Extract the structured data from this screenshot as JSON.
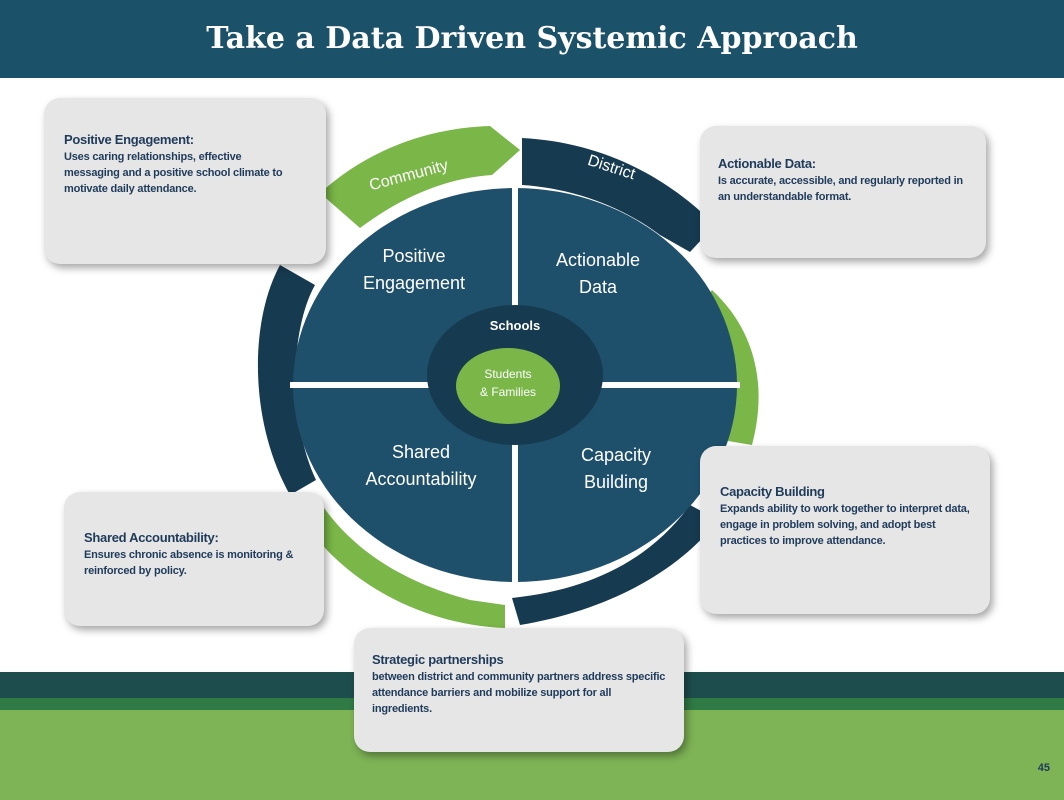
{
  "title": "Take a Data Driven Systemic Approach",
  "ring_labels": {
    "community": "Community",
    "district": "District"
  },
  "quadrants": {
    "top_left": [
      "Positive",
      "Engagement"
    ],
    "top_right": [
      "Actionable",
      "Data"
    ],
    "bottom_left": [
      "Shared",
      "Accountability"
    ],
    "bottom_right": [
      "Capacity",
      "Building"
    ]
  },
  "inner_ring_label": "Schools",
  "core": [
    "Students",
    "& Families"
  ],
  "callouts": {
    "positive_engagement": {
      "heading": "Positive Engagement:",
      "body": "Uses caring relationships, effective messaging and a positive school climate to motivate daily attendance."
    },
    "actionable_data": {
      "heading": "Actionable Data:",
      "body": "Is accurate, accessible, and regularly reported in an understandable format."
    },
    "shared_accountability": {
      "heading": "Shared Accountability:",
      "body": "Ensures chronic absence is monitoring & reinforced by policy."
    },
    "capacity_building": {
      "heading": "Capacity Building",
      "body": "Expands ability to work together to interpret data, engage in problem solving, and adopt  best practices to improve attendance."
    },
    "strategic_partnerships": {
      "heading": "Strategic partnerships",
      "body": "between district and community  partners address specific attendance barriers and mobilize support for all ingredients."
    }
  },
  "page_number": "45",
  "colors": {
    "navy": "#1b5169",
    "dark_navy": "#163a4f",
    "quadrant_blue": "#1e4f6b",
    "green": "#7eb356",
    "bright_green": "#7ab648",
    "box_text": "#1f3b5a"
  }
}
